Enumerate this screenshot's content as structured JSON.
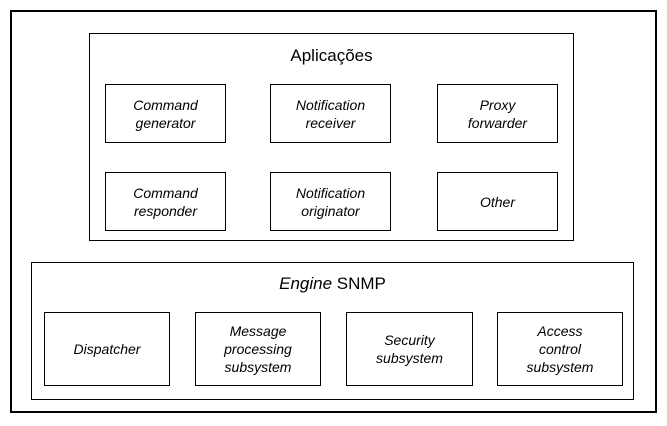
{
  "applications": {
    "title": "Aplicações",
    "modules": [
      {
        "label": "Command\ngenerator"
      },
      {
        "label": "Notification\nreceiver"
      },
      {
        "label": "Proxy\nforwarder"
      },
      {
        "label": "Command\nresponder"
      },
      {
        "label": "Notification\noriginator"
      },
      {
        "label": "Other"
      }
    ]
  },
  "engine": {
    "title_italic": "Engine",
    "title_rest": " SNMP",
    "modules": [
      {
        "label": "Dispatcher"
      },
      {
        "label": "Message\nprocessing\nsubsystem"
      },
      {
        "label": "Security\nsubsystem"
      },
      {
        "label": "Access\ncontrol\nsubsystem"
      }
    ]
  }
}
